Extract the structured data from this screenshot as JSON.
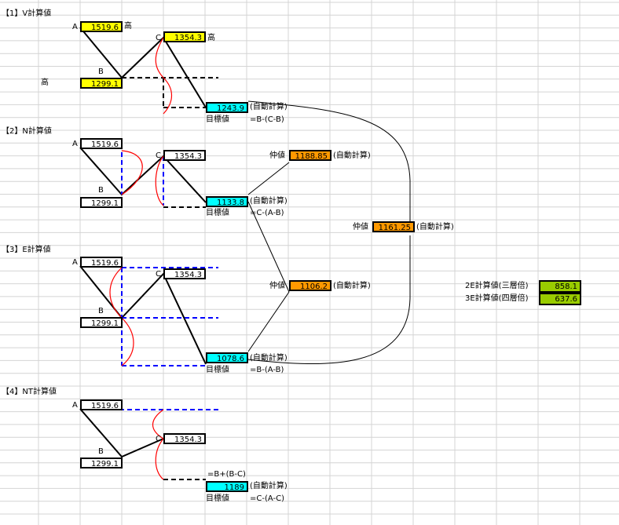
{
  "sections": {
    "v": {
      "title": "【1】V計算値",
      "A": "1519.6",
      "B": "1299.1",
      "C": "1354.3",
      "target": "1243.9",
      "high1": "高",
      "high2": "高",
      "low": "高",
      "auto": "(自動計算)",
      "target_label": "目標値",
      "formula": "=B-(C-B)"
    },
    "n": {
      "title": "【2】N計算値",
      "A": "1519.6",
      "B": "1299.1",
      "C": "1354.3",
      "target": "1133.8",
      "auto": "(自動計算)",
      "target_label": "目標値",
      "formula": "=C-(A-B)"
    },
    "e": {
      "title": "【3】E計算値",
      "A": "1519.6",
      "B": "1299.1",
      "C": "1354.3",
      "target": "1078.6",
      "auto": "(自動計算)",
      "target_label": "目標値",
      "formula": "=B-(A-B)"
    },
    "nt": {
      "title": "【4】NT計算値",
      "A": "1519.6",
      "B": "1299.1",
      "C": "1354.3",
      "target": "1189",
      "auto": "(自動計算)",
      "target_label": "目標値",
      "formula": "=C-(A-C)",
      "formula_top": "=B+(B-C)"
    }
  },
  "labels": {
    "A": "A",
    "B": "B",
    "C": "C"
  },
  "mid": {
    "mid1": {
      "label": "仲値",
      "value": "1188.85",
      "auto": "(自動計算)"
    },
    "mid2": {
      "label": "仲値",
      "value": "1106.2",
      "auto": "(自動計算)"
    },
    "mid3": {
      "label": "仲値",
      "value": "1161.25",
      "auto": "(自動計算)"
    }
  },
  "extra": {
    "e2_label": "2E計算値(三層倍)",
    "e2_value": "858.1",
    "e3_label": "3E計算値(四層倍)",
    "e3_value": "637.6"
  },
  "colors": {
    "yellow": "#ffff00",
    "cyan": "#00ffff",
    "orange": "#ff9900",
    "green": "#99cc00",
    "red": "#ff0000",
    "blue": "#0000ff"
  }
}
